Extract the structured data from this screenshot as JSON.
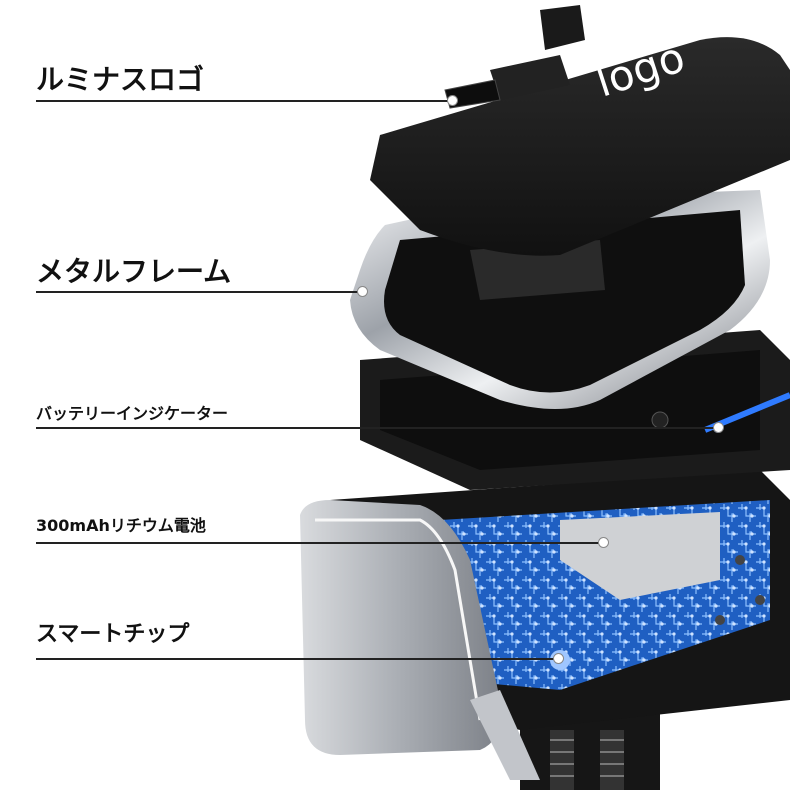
{
  "callouts": [
    {
      "label": "ルミナスロゴ"
    },
    {
      "label": "メタルフレーム"
    },
    {
      "label": "バッテリーインジケーター"
    },
    {
      "label": "300mAhリチウム電池"
    },
    {
      "label": "スマートチップ"
    }
  ],
  "product": {
    "logo_text": "logo",
    "indicator_color": "#2f7bff",
    "circuit_color": "#2a6fd6",
    "body_color": "#1c1c1c",
    "chrome_color": "#c9ccd1"
  }
}
